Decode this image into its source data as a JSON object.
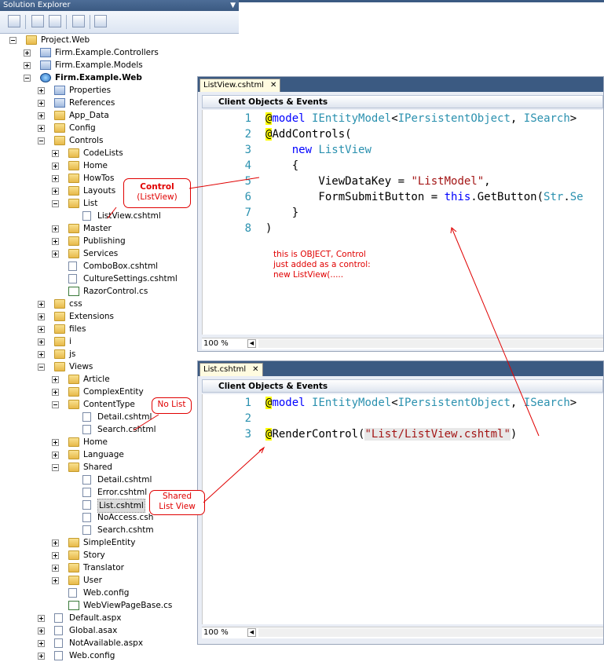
{
  "solution_explorer": {
    "title": "Solution Explorer",
    "tree": [
      {
        "label": "Project.Web",
        "depth": 0,
        "icon": "folder",
        "exp": "minus"
      },
      {
        "label": "Firm.Example.Controllers",
        "depth": 1,
        "icon": "project",
        "exp": "plus"
      },
      {
        "label": "Firm.Example.Models",
        "depth": 1,
        "icon": "project",
        "exp": "plus"
      },
      {
        "label": "Firm.Example.Web",
        "depth": 1,
        "icon": "web-project",
        "exp": "minus",
        "bold": true
      },
      {
        "label": "Properties",
        "depth": 2,
        "icon": "properties",
        "exp": "plus"
      },
      {
        "label": "References",
        "depth": 2,
        "icon": "references",
        "exp": "plus"
      },
      {
        "label": "App_Data",
        "depth": 2,
        "icon": "folder",
        "exp": "plus"
      },
      {
        "label": "Config",
        "depth": 2,
        "icon": "folder",
        "exp": "plus"
      },
      {
        "label": "Controls",
        "depth": 2,
        "icon": "folder",
        "exp": "minus"
      },
      {
        "label": "CodeLists",
        "depth": 3,
        "icon": "folder",
        "exp": "plus"
      },
      {
        "label": "Home",
        "depth": 3,
        "icon": "folder",
        "exp": "plus"
      },
      {
        "label": "HowTos",
        "depth": 3,
        "icon": "folder",
        "exp": "plus"
      },
      {
        "label": "Layouts",
        "depth": 3,
        "icon": "folder",
        "exp": "plus"
      },
      {
        "label": "List",
        "depth": 3,
        "icon": "folder",
        "exp": "minus"
      },
      {
        "label": "ListView.cshtml",
        "depth": 4,
        "icon": "cshtml",
        "exp": ""
      },
      {
        "label": "Master",
        "depth": 3,
        "icon": "folder",
        "exp": "plus"
      },
      {
        "label": "Publishing",
        "depth": 3,
        "icon": "folder",
        "exp": "plus"
      },
      {
        "label": "Services",
        "depth": 3,
        "icon": "folder",
        "exp": "plus"
      },
      {
        "label": "ComboBox.cshtml",
        "depth": 3,
        "icon": "cshtml",
        "exp": ""
      },
      {
        "label": "CultureSettings.cshtml",
        "depth": 3,
        "icon": "cshtml",
        "exp": ""
      },
      {
        "label": "RazorControl.cs",
        "depth": 3,
        "icon": "cs",
        "exp": ""
      },
      {
        "label": "css",
        "depth": 2,
        "icon": "folder",
        "exp": "plus"
      },
      {
        "label": "Extensions",
        "depth": 2,
        "icon": "folder",
        "exp": "plus"
      },
      {
        "label": "files",
        "depth": 2,
        "icon": "folder",
        "exp": "plus"
      },
      {
        "label": "i",
        "depth": 2,
        "icon": "folder",
        "exp": "plus"
      },
      {
        "label": "js",
        "depth": 2,
        "icon": "folder",
        "exp": "plus"
      },
      {
        "label": "Views",
        "depth": 2,
        "icon": "folder",
        "exp": "minus"
      },
      {
        "label": "Article",
        "depth": 3,
        "icon": "folder",
        "exp": "plus"
      },
      {
        "label": "ComplexEntity",
        "depth": 3,
        "icon": "folder",
        "exp": "plus"
      },
      {
        "label": "ContentType",
        "depth": 3,
        "icon": "folder",
        "exp": "minus"
      },
      {
        "label": "Detail.cshtml",
        "depth": 4,
        "icon": "cshtml",
        "exp": ""
      },
      {
        "label": "Search.cshtml",
        "depth": 4,
        "icon": "cshtml",
        "exp": ""
      },
      {
        "label": "Home",
        "depth": 3,
        "icon": "folder",
        "exp": "plus"
      },
      {
        "label": "Language",
        "depth": 3,
        "icon": "folder",
        "exp": "plus"
      },
      {
        "label": "Shared",
        "depth": 3,
        "icon": "folder",
        "exp": "minus"
      },
      {
        "label": "Detail.cshtml",
        "depth": 4,
        "icon": "cshtml",
        "exp": ""
      },
      {
        "label": "Error.cshtml",
        "depth": 4,
        "icon": "cshtml",
        "exp": ""
      },
      {
        "label": "List.cshtml",
        "depth": 4,
        "icon": "cshtml",
        "exp": "",
        "selected": true
      },
      {
        "label": "NoAccess.csh",
        "depth": 4,
        "icon": "cshtml",
        "exp": ""
      },
      {
        "label": "Search.cshtm",
        "depth": 4,
        "icon": "cshtml",
        "exp": ""
      },
      {
        "label": "SimpleEntity",
        "depth": 3,
        "icon": "folder",
        "exp": "plus"
      },
      {
        "label": "Story",
        "depth": 3,
        "icon": "folder",
        "exp": "plus"
      },
      {
        "label": "Translator",
        "depth": 3,
        "icon": "folder",
        "exp": "plus"
      },
      {
        "label": "User",
        "depth": 3,
        "icon": "folder",
        "exp": "plus"
      },
      {
        "label": "Web.config",
        "depth": 3,
        "icon": "config",
        "exp": ""
      },
      {
        "label": "WebViewPageBase.cs",
        "depth": 3,
        "icon": "cs",
        "exp": ""
      },
      {
        "label": "Default.aspx",
        "depth": 2,
        "icon": "aspx",
        "exp": "plus"
      },
      {
        "label": "Global.asax",
        "depth": 2,
        "icon": "asax",
        "exp": "plus"
      },
      {
        "label": "NotAvailable.aspx",
        "depth": 2,
        "icon": "aspx",
        "exp": "plus"
      },
      {
        "label": "Web.config",
        "depth": 2,
        "icon": "config",
        "exp": "plus"
      }
    ]
  },
  "editor1": {
    "tab": "ListView.cshtml",
    "tab_close": "✕",
    "dropdown": "Client Objects & Events",
    "zoom": "100 %",
    "line_numbers": [
      "1",
      "2",
      "3",
      "4",
      "5",
      "6",
      "7",
      "8"
    ]
  },
  "editor2": {
    "tab": "List.cshtml",
    "tab_close": "✕",
    "dropdown": "Client Objects & Events",
    "zoom": "100 %",
    "line_numbers": [
      "1",
      "2",
      "3"
    ]
  },
  "annotations": {
    "control_title": "Control",
    "control_sub": "(ListView)",
    "object_note_1": "this is OBJECT, Control",
    "object_note_2": "just added as a control:",
    "object_note_3": "new ListView(.....",
    "no_list": "No List",
    "shared_1": "Shared",
    "shared_2": "List View"
  },
  "colors": {
    "keyword": "#0000ff",
    "type": "#2b91af",
    "string": "#a31515",
    "annotation": "#e00000",
    "titlebar": "#3b5a82"
  }
}
